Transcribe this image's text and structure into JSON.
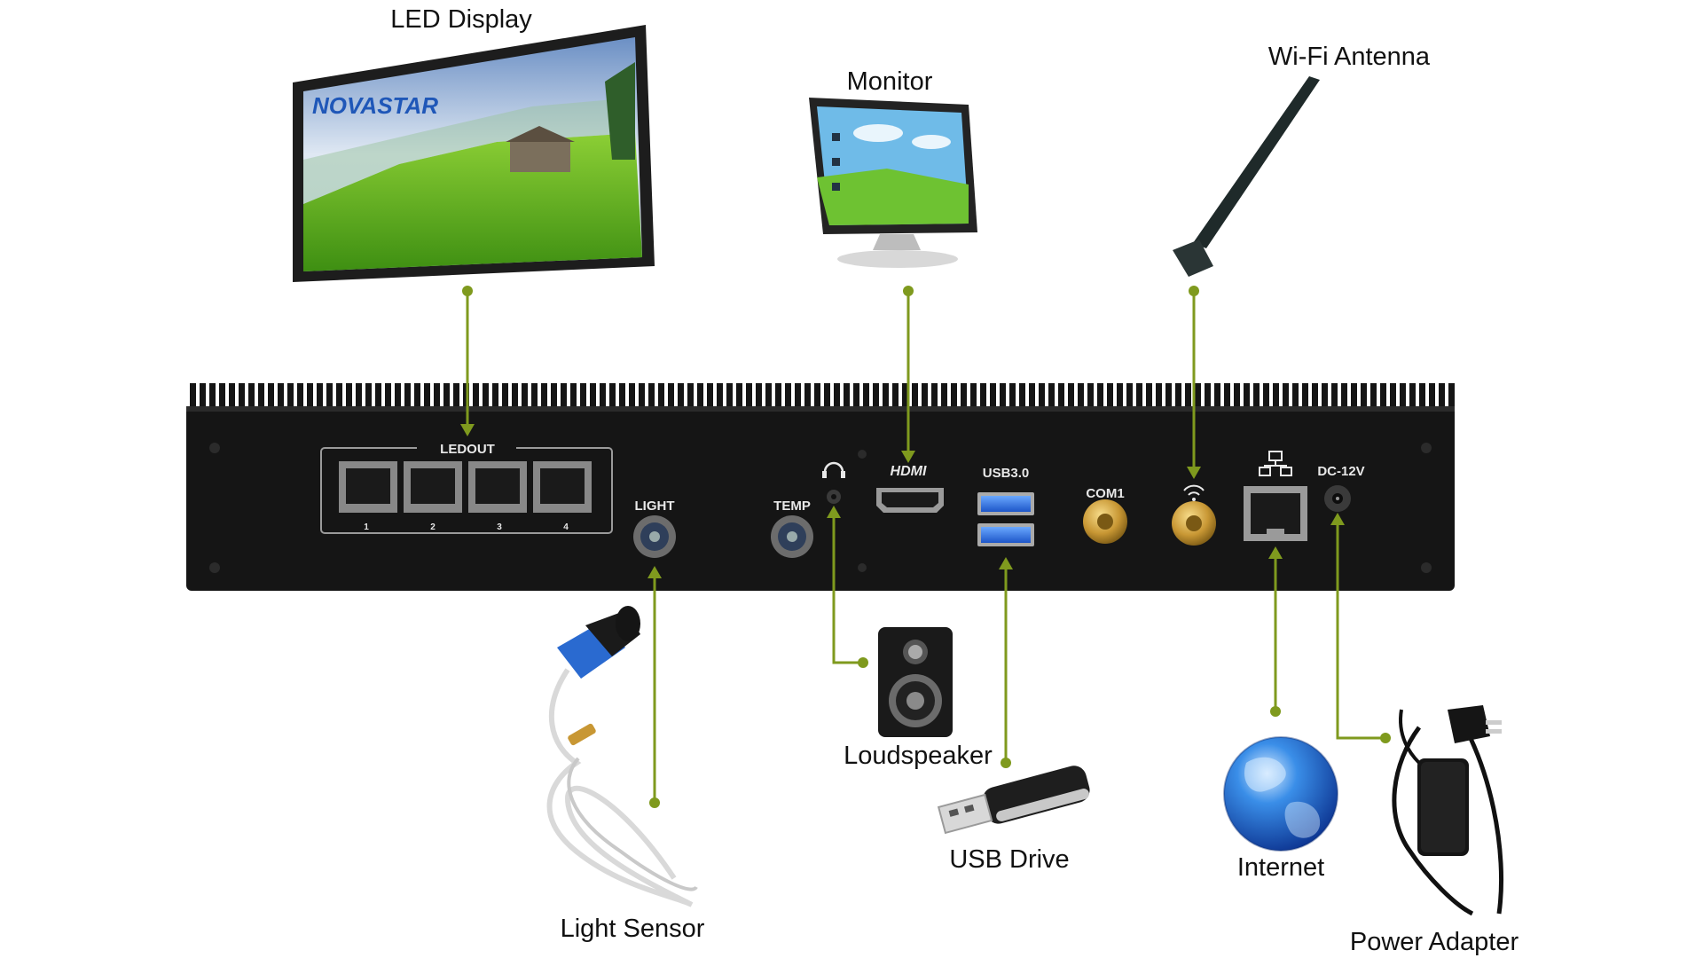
{
  "device": {
    "ports": {
      "ledout": "LEDOUT",
      "ledout_numbers": [
        "1",
        "2",
        "3",
        "4"
      ],
      "light": "LIGHT",
      "temp": "TEMP",
      "hdmi": "HDMI",
      "usb": "USB3.0",
      "com": "COM1",
      "dc": "DC-12V"
    }
  },
  "peripherals": {
    "led_display": "LED Display",
    "led_brand": "NOVASTAR",
    "monitor": "Monitor",
    "wifi_antenna": "Wi-Fi Antenna",
    "light_sensor": "Light Sensor",
    "loudspeaker": "Loudspeaker",
    "usb_drive": "USB Drive",
    "internet": "Internet",
    "power_adapter": "Power Adapter"
  },
  "colors": {
    "connector_line": "#7f9a1e",
    "device_body": "#151515",
    "port_label": "#e8e8e8"
  }
}
